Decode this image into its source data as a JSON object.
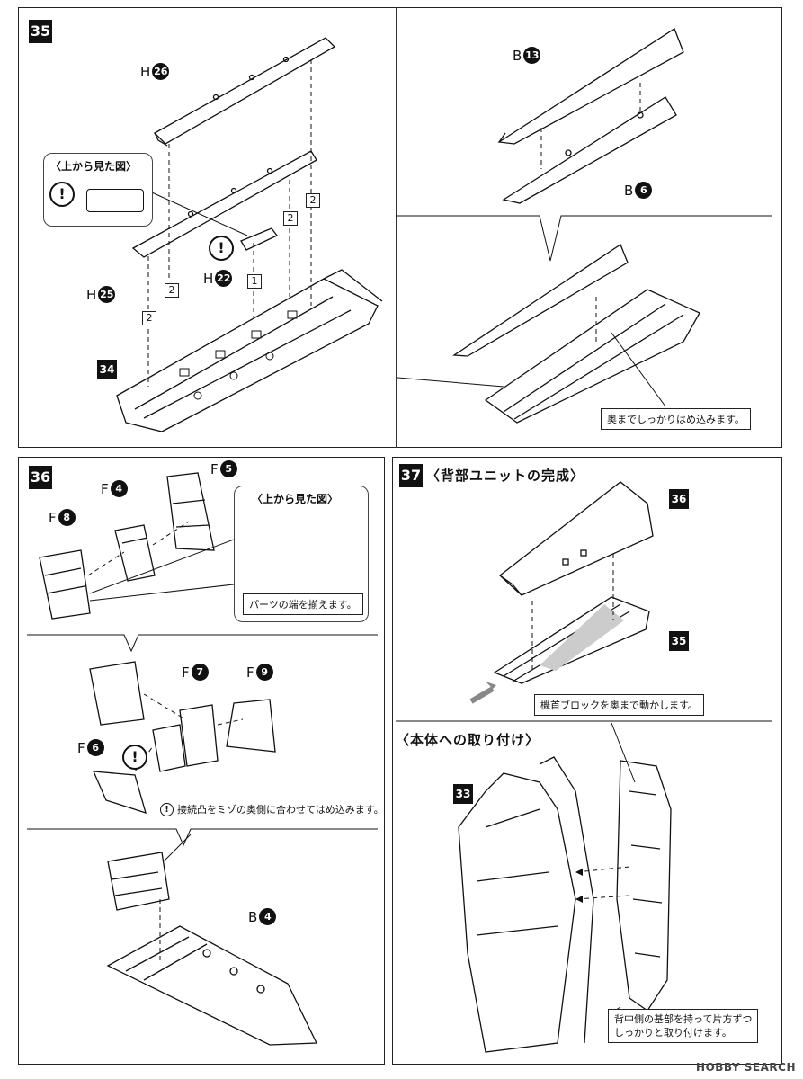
{
  "step35": {
    "number": "35",
    "parts": {
      "h26": "26",
      "h25": "25",
      "h22": "22",
      "ref34": "34"
    },
    "part_letter": "H",
    "seq1": "1",
    "seq2": "2",
    "topview_title": "〈上から見た図〉",
    "note": "奥までしっかりはめ込みます。",
    "right_parts": {
      "b13": "13",
      "b6": "6"
    },
    "right_letter": "B"
  },
  "step36": {
    "number": "36",
    "letter_f": "F",
    "parts": {
      "f8": "8",
      "f4": "4",
      "f5": "5",
      "f7": "7",
      "f9": "9",
      "f6": "6"
    },
    "topview_title": "〈上から見た図〉",
    "note_align": "パーツの端を揃えます。",
    "note_joint": "接続凸をミゾの奥側に合わせてはめ込みます。",
    "letter_b": "B",
    "b4": "4"
  },
  "step37": {
    "number": "37",
    "title": "〈背部ユニットの完成〉",
    "ref36": "36",
    "ref35": "35",
    "note_move": "機首ブロックを奥まで動かします。",
    "attach_title": "〈本体への取り付け〉",
    "ref33": "33",
    "note_attach_1": "背中側の基部を持って片方ずつ",
    "note_attach_2": "しっかりと取り付けます。"
  },
  "warn_symbol": "!",
  "watermark": "HOBBY SEARCH"
}
